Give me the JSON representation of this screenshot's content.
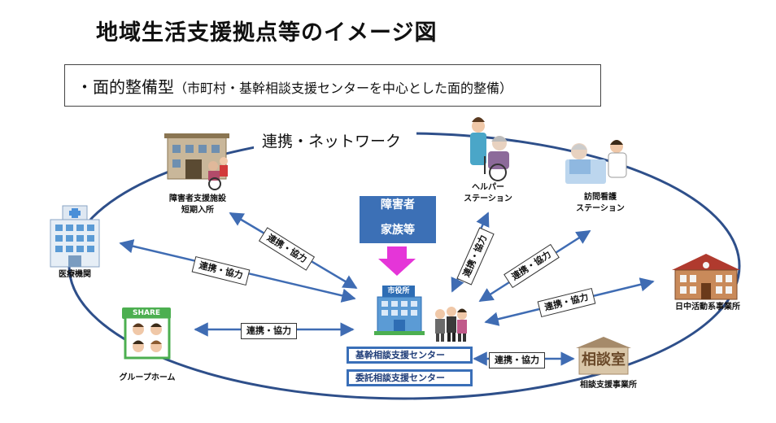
{
  "title": "地域生活支援拠点等のイメージ図",
  "subtitle": {
    "main": "・面的整備型",
    "paren": "（市町村・基幹相談支援センターを中心とした面的整備）"
  },
  "network_label": "連携・ネットワーク",
  "center": {
    "family_top": "障害者",
    "family_bottom": "家族等",
    "city_hall_sign": "市役所",
    "core_center": "基幹相談支援センター",
    "consign_center": "委託相談支援センター"
  },
  "nodes": {
    "shortstay_line1": "障害者支援施設",
    "shortstay_line2": "短期入所",
    "helper_line1": "ヘルパー",
    "helper_line2": "ステーション",
    "nursing_line1": "訪問看護",
    "nursing_line2": "ステーション",
    "medical": "医療機関",
    "daytime": "日中活動系事業所",
    "grouphome": "グループホーム",
    "grouphome_sign": "SHARE",
    "consult_office": "相談支援事業所",
    "consult_sign": "相談室"
  },
  "collab_label": "連携・協力",
  "colors": {
    "arrow_blue": "#3f6cb3",
    "family_box": "#3c70b6",
    "magenta_arrow": "#e535d8",
    "ellipse": "#2e4f8a"
  }
}
